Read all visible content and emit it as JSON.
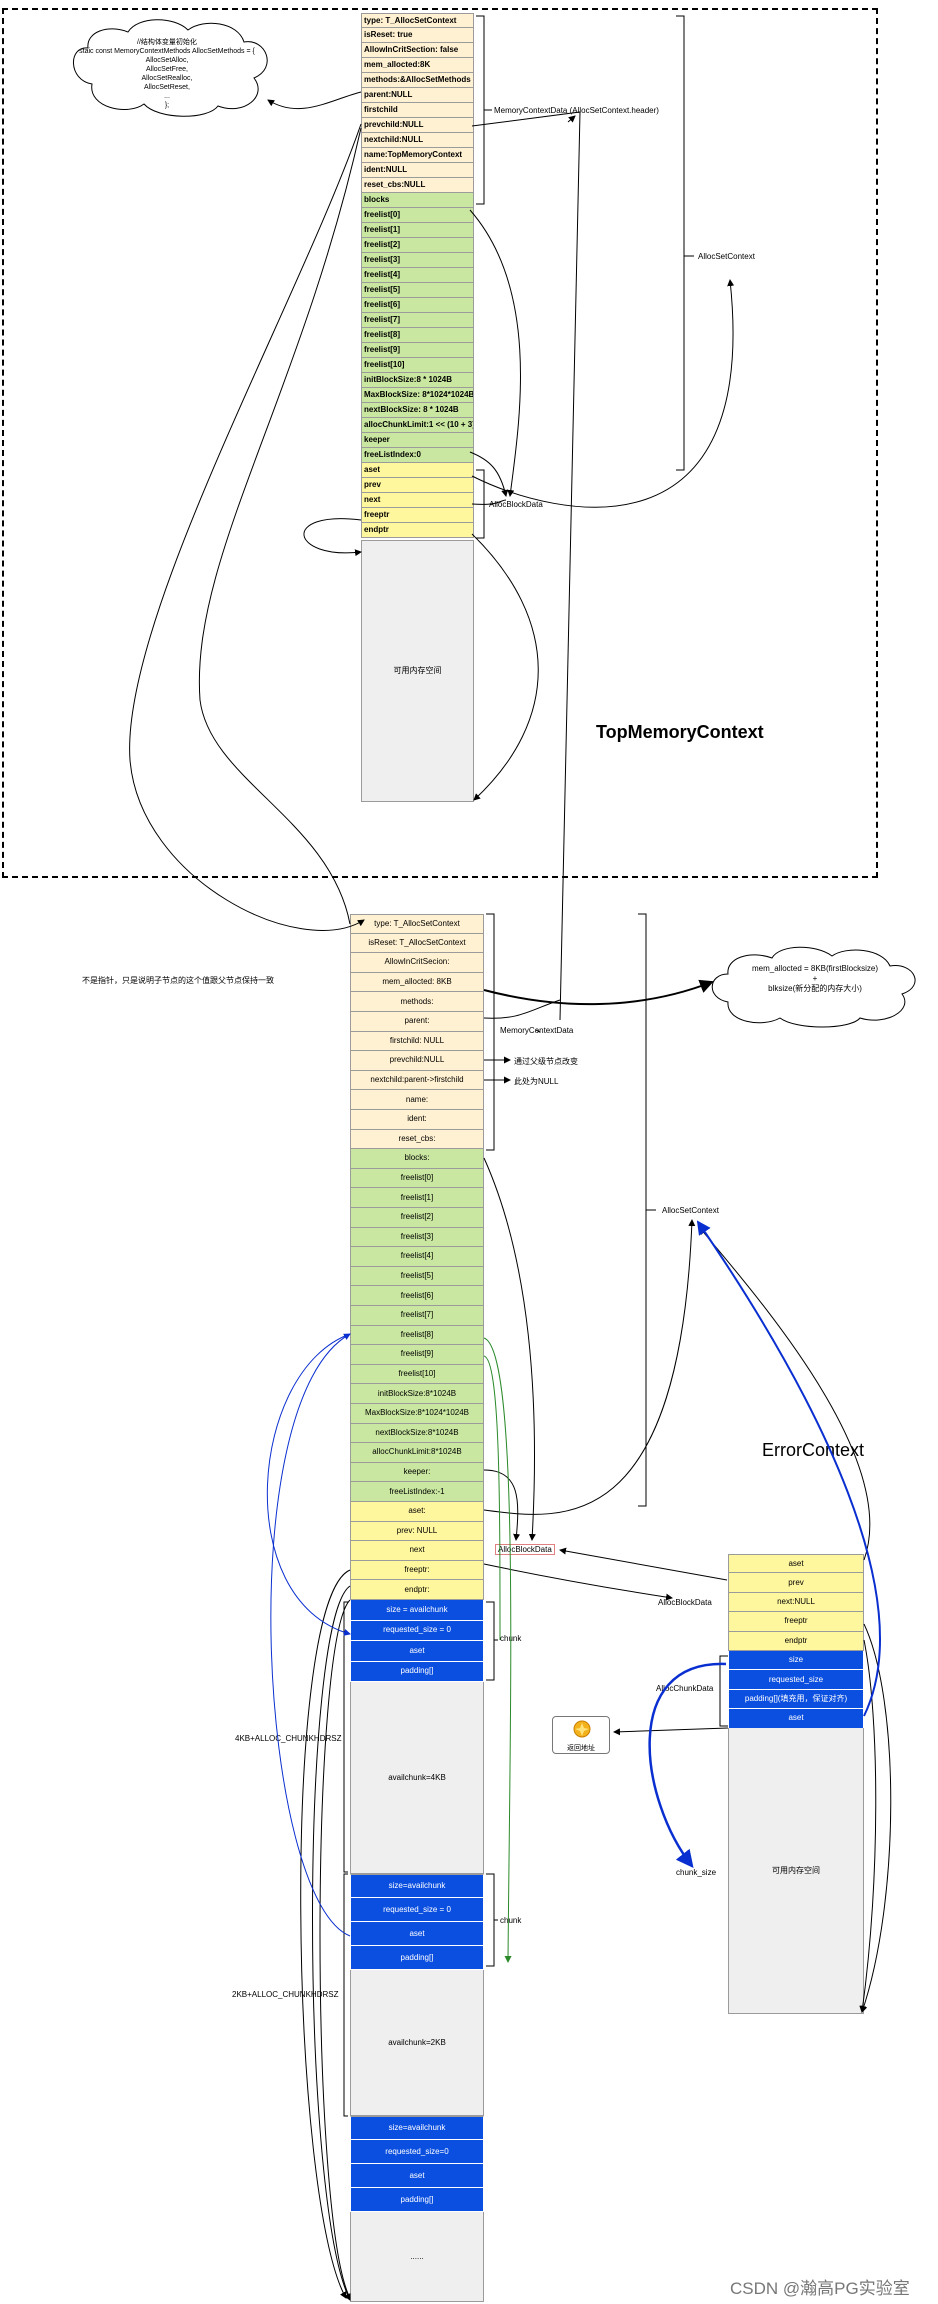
{
  "top": {
    "title": "TopMemoryContext",
    "header_fields": [
      "type: T_AllocSetContext",
      "isReset: true",
      "AllowInCritSection: false",
      "mem_allocted:8K",
      "methods:&AllocSetMethods",
      "parent:NULL",
      "firstchild",
      "prevchild:NULL",
      "nextchild:NULL",
      "name:TopMemoryContext",
      "ident:NULL",
      "reset_cbs:NULL"
    ],
    "alloc_fields": [
      "blocks",
      "freelist[0]",
      "freelist[1]",
      "freelist[2]",
      "freelist[3]",
      "freelist[4]",
      "freelist[5]",
      "freelist[6]",
      "freelist[7]",
      "freelist[8]",
      "freelist[9]",
      "freelist[10]",
      "initBlockSize:8 * 1024B",
      "MaxBlockSize: 8*1024*1024B",
      "nextBlockSize: 8 * 1024B",
      "allocChunkLimit:1 << (10 + 3)B",
      "keeper",
      "freeListIndex:0"
    ],
    "block_fields": [
      "aset",
      "prev",
      "next",
      "freeptr",
      "endptr"
    ],
    "free_space_label": "可用内存空间",
    "label_memory_context_data": "MemoryContextData (AllocSetContext.header)",
    "label_allocsetcontext": "AllocSetContext",
    "label_allocblockdata": "AllocBlockData",
    "cloud_lines": [
      "//结构体变量初始化",
      "staic const MemoryContextMethods AllocSetMethods = {",
      "AllocSetAlloc,",
      "AllocSetFree,",
      "AllocSetRealloc,",
      "AllocSetReset,",
      "...",
      "};"
    ]
  },
  "second": {
    "header_fields": [
      "type: T_AllocSetContext",
      "isReset: T_AllocSetContext",
      "AllowInCritSecion:",
      "mem_allocted: 8KB",
      "methods:",
      "parent:",
      "firstchild: NULL",
      "prevchild:NULL",
      "nextchild:parent->firstchild",
      "name:",
      "ident:",
      "reset_cbs:"
    ],
    "alloc_fields": [
      "blocks:",
      "freelist[0]",
      "freelist[1]",
      "freelist[2]",
      "freelist[3]",
      "freelist[4]",
      "freelist[5]",
      "freelist[6]",
      "freelist[7]",
      "freelist[8]",
      "freelist[9]",
      "freelist[10]",
      "initBlockSize:8*1024B",
      "MaxBlockSize:8*1024*1024B",
      "nextBlockSize:8*1024B",
      "allocChunkLimit:8*1024B",
      "keeper:",
      "freeListIndex:-1"
    ],
    "block_fields": [
      "aset:",
      "prev: NULL",
      "next",
      "freeptr:",
      "endptr:"
    ],
    "chunk1_fields": [
      "size = availchunk",
      "requested_size = 0",
      "aset",
      "padding[]"
    ],
    "chunk1_space": "availchunk=4KB",
    "chunk2_fields": [
      "size=availchunk",
      "requested_size = 0",
      "aset",
      "padding[]"
    ],
    "chunk2_space": "availchunk=2KB",
    "chunk3_fields": [
      "size=availchunk",
      "requested_size=0",
      "aset",
      "padding[]"
    ],
    "tail_space": "......",
    "label_memory_context_data": "MemoryContextData",
    "label_allocsetcontext": "AllocSetContext",
    "label_allocblockdata": "AllocBlockData",
    "label_chunk": "chunk",
    "label_4kb": "4KB+ALLOC_CHUNKHDRSZ",
    "label_2kb": "2KB+ALLOC_CHUNKHDRSZ",
    "note_left": "不是指针，只是说明子节点的这个值跟父节点保持一致",
    "note_prevchild": "通过父级节点改变",
    "note_nextchild": "此处为NULL",
    "cloud_lines": [
      "mem_allocted = 8KB(firstBlocksize)",
      "+",
      "blksize(新分配的内存大小)"
    ]
  },
  "error": {
    "title": "ErrorContext",
    "block_fields": [
      "aset",
      "prev",
      "next:NULL",
      "freeptr",
      "endptr"
    ],
    "chunk_fields": [
      "size",
      "requested_size",
      "padding[](填充用，保证对齐)",
      "aset"
    ],
    "free_space_label": "可用内存空间",
    "label_allocblockdata": "AllocBlockData",
    "label_allocchunkdata": "AllocChunkData",
    "label_chunk_size": "chunk_size",
    "return_label": "返回地址"
  },
  "watermark": "CSDN @瀚高PG实验室"
}
